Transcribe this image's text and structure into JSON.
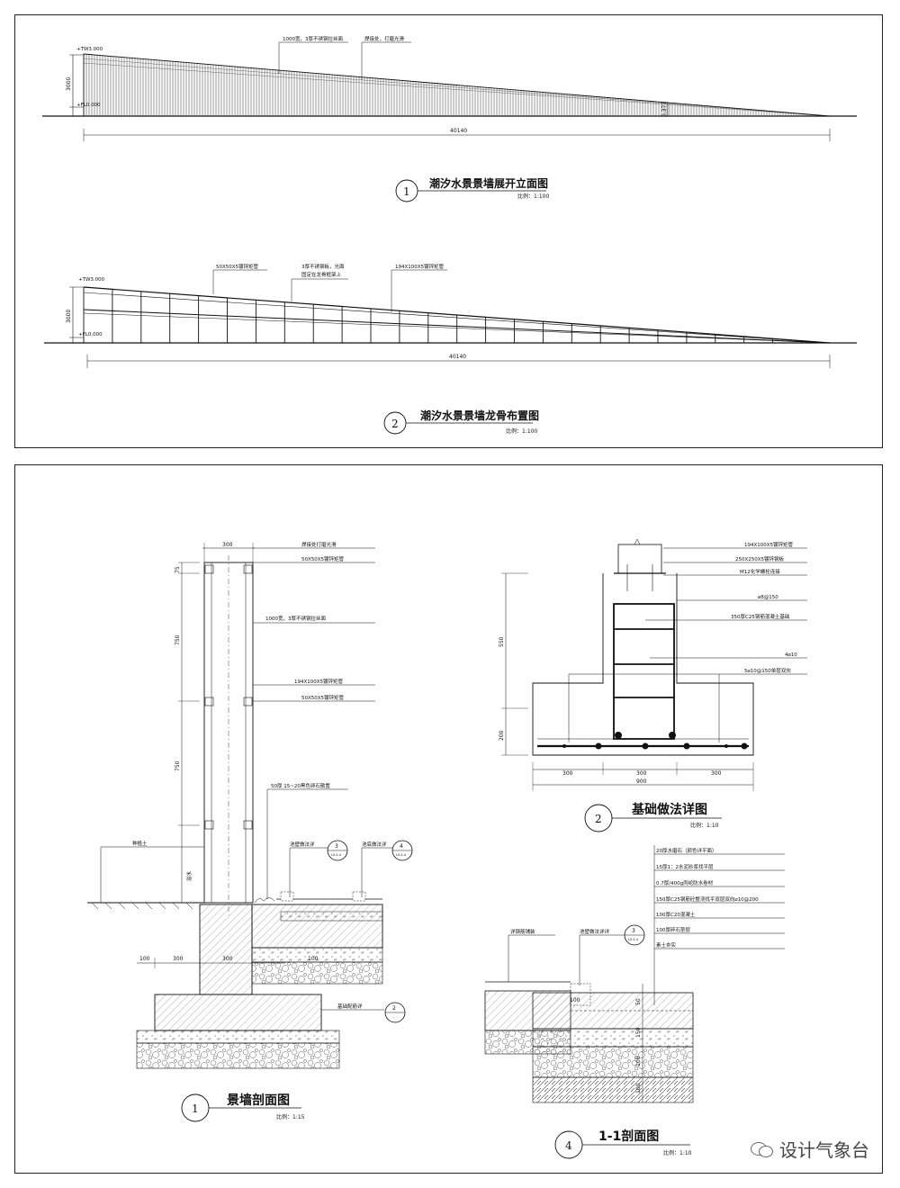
{
  "top": {
    "elevation": {
      "num": "1",
      "title": "潮汐水景景墙展开立面图",
      "scale": "比例：1:100",
      "notes": [
        "1000宽，3厚不锈钢拉丝面",
        "焊接处，打磨光滑"
      ],
      "level_top": "+TW3.000",
      "level_bot": "+FL0.000",
      "height_dim": "3000",
      "length_dim": "40140",
      "end_dim": "0.371"
    },
    "frame": {
      "num": "2",
      "title": "潮汐水景景墙龙骨布置图",
      "scale": "比例：1:100",
      "notes": [
        "50X50X5镀锌矩管",
        "3厚不锈钢板，光面",
        "固定在龙骨框架上",
        "194X100X5镀锌矩管"
      ],
      "level_top": "+TW3.000",
      "level_bot": "+FL0.000",
      "height_dim": "3000",
      "length_dim": "40140"
    }
  },
  "bottom": {
    "section": {
      "num": "1",
      "title": "景墙剖面图",
      "scale": "比例：1:15",
      "notes": [
        "焊接处打磨光滑",
        "50X50X5镀锌矩管",
        "1000宽，3厚不锈钢拉丝面",
        "194X100X5镀锌矩管",
        "50X50X5镀锌矩管",
        "50厚 15~20黑色卵石散置",
        "种植土",
        "溢水"
      ],
      "dims_v": [
        "75",
        "750",
        "750"
      ],
      "dim_top": "300",
      "dims_h": [
        "100",
        "300",
        "300",
        "100"
      ],
      "callouts": [
        {
          "label": "池壁做法详",
          "num": "3",
          "ref": "LS-4.4"
        },
        {
          "label": "池底做法详",
          "num": "4",
          "ref": "LS-4.4"
        },
        {
          "label": "基础配筋详",
          "num": "2",
          "ref": "-"
        }
      ]
    },
    "foundation": {
      "num": "2",
      "title": "基础做法详图",
      "scale": "比例：1:10",
      "notes": [
        "194X100X5镀锌矩管",
        "250X250X5镀锌钢板",
        "M12化学螺栓连接",
        "⌀8@150",
        "350厚C25钢筋混凝土基础",
        "4⌀10",
        "5⌀10@150单层双向"
      ],
      "dims_v": [
        "550",
        "200"
      ],
      "dims_h": [
        "300",
        "300",
        "300"
      ],
      "total": "900"
    },
    "section11": {
      "num": "4",
      "title": "1-1剖面图",
      "scale": "比例：1:10",
      "notes": [
        "20厚水磨石（颜色详平面）",
        "15厚1：2水泥砂浆找平层",
        "0.7厚/400g丙纶防水卷材",
        "150厚C25钢筋砼整浇找平双层双向⌀10@200",
        "100厚C20混凝土",
        "100厚碎石垫层",
        "素土夯实"
      ],
      "label_left": "详钢筋铺装",
      "callout": {
        "label": "池壁做法详详",
        "num": "3",
        "ref": "LS-4.4"
      },
      "dims": [
        "100",
        "50",
        "150",
        "100",
        "100"
      ]
    },
    "watermark": "设计气象台"
  }
}
